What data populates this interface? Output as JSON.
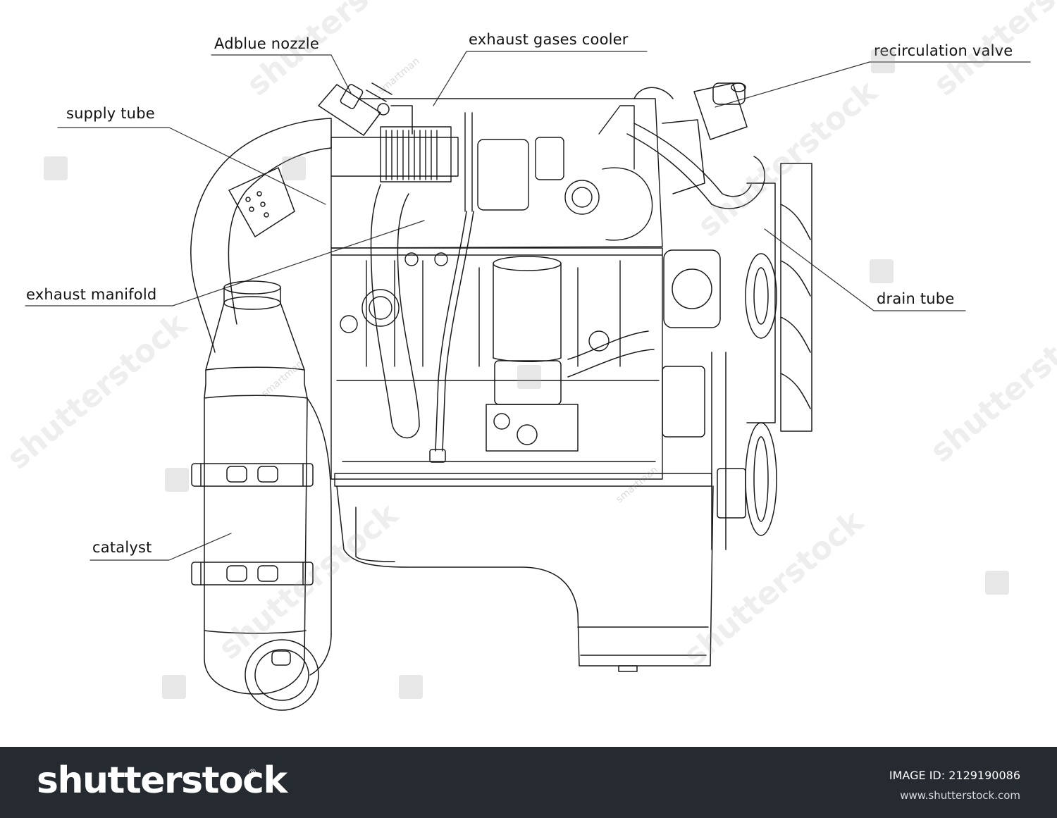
{
  "diagram": {
    "callouts": [
      {
        "id": "adblue-nozzle",
        "label": "Adblue nozzle"
      },
      {
        "id": "exhaust-gases-cooler",
        "label": "exhaust gases cooler"
      },
      {
        "id": "recirculation-valve",
        "label": "recirculation valve"
      },
      {
        "id": "supply-tube",
        "label": "supply tube"
      },
      {
        "id": "exhaust-manifold",
        "label": "exhaust manifold"
      },
      {
        "id": "drain-tube",
        "label": "drain tube"
      },
      {
        "id": "catalyst",
        "label": "catalyst"
      }
    ]
  },
  "watermark": {
    "brand": "shutterstock",
    "reg_mark": "®",
    "contributor": "smartman"
  },
  "footer": {
    "brand": "shutterstock",
    "reg_mark": "®",
    "image_id": "IMAGE ID: 2129190086",
    "site": "www.shutterstock.com"
  },
  "colors": {
    "line": "#1a1a1a",
    "footer_bg": "#262a31",
    "footer_text": "#ffffff"
  }
}
